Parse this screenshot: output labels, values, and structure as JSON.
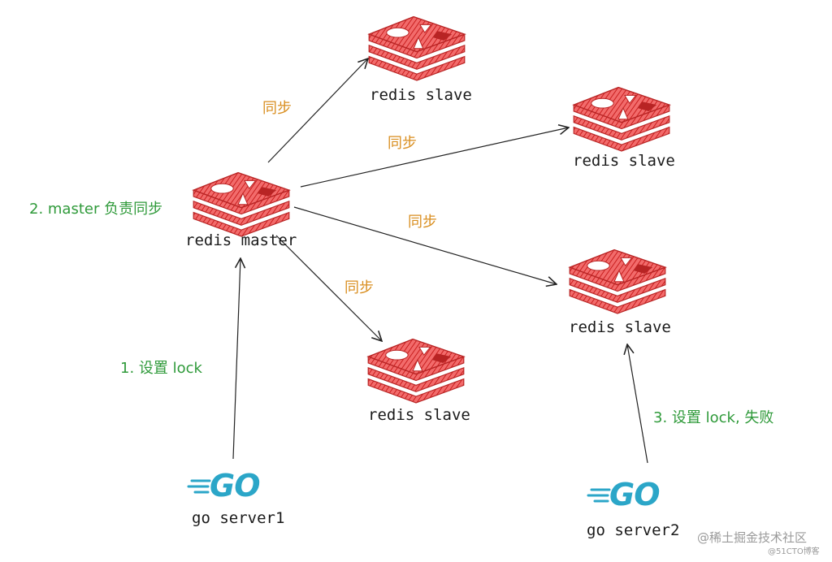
{
  "nodes": {
    "master": {
      "label": "redis master"
    },
    "slave_top": {
      "label": "redis slave"
    },
    "slave_right_top": {
      "label": "redis slave"
    },
    "slave_right_mid": {
      "label": "redis slave"
    },
    "slave_bottom": {
      "label": "redis slave"
    },
    "server1": {
      "label": "go server1",
      "logo_text": "GO"
    },
    "server2": {
      "label": "go server2",
      "logo_text": "GO"
    }
  },
  "edges": {
    "sync_label": "同步"
  },
  "steps": {
    "step1": "1. 设置 lock",
    "step2": "2. master 负责同步",
    "step3": "3. 设置 lock, 失败"
  },
  "watermark": {
    "line1": "@稀土掘金技术社区",
    "line2": "@51CTO博客"
  },
  "colors": {
    "redis": "#e03a3a",
    "redis_dark": "#b82424",
    "go": "#2ba6c8",
    "sync": "#d98e1f",
    "step": "#2f9a3a"
  }
}
